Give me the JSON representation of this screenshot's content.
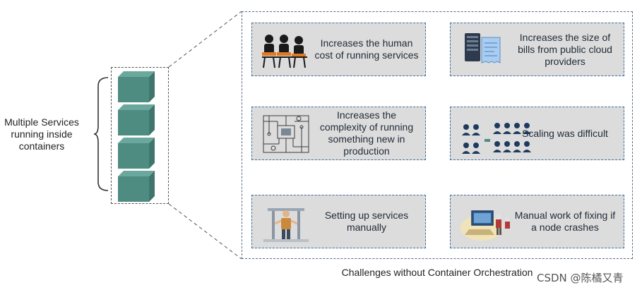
{
  "left": {
    "label": "Multiple Services running inside containers",
    "label_lines": [
      "Multiple Services",
      "running inside",
      "containers"
    ]
  },
  "cards": [
    {
      "text": "Increases the human cost of running services",
      "icon": "office-workers-icon"
    },
    {
      "text": "Increases the size of bills from public cloud providers",
      "icon": "server-billing-icon"
    },
    {
      "text": "Increases the complexity of running something new in production",
      "icon": "circuit-board-icon"
    },
    {
      "text": "Scaling was difficult",
      "icon": "people-groups-icon"
    },
    {
      "text": "Setting up services manually",
      "icon": "worker-setup-icon"
    },
    {
      "text": "Manual work of fixing if a node crashes",
      "icon": "repair-workers-icon"
    }
  ],
  "caption": "Challenges without Container Orchestration",
  "watermark": "CSDN @陈橘又青",
  "colors": {
    "container": "#4e8c82",
    "container_top": "#6aa89d",
    "card_bg": "#dcdcdc",
    "card_border": "#3f6e9e",
    "people": "#1e3a5f"
  }
}
